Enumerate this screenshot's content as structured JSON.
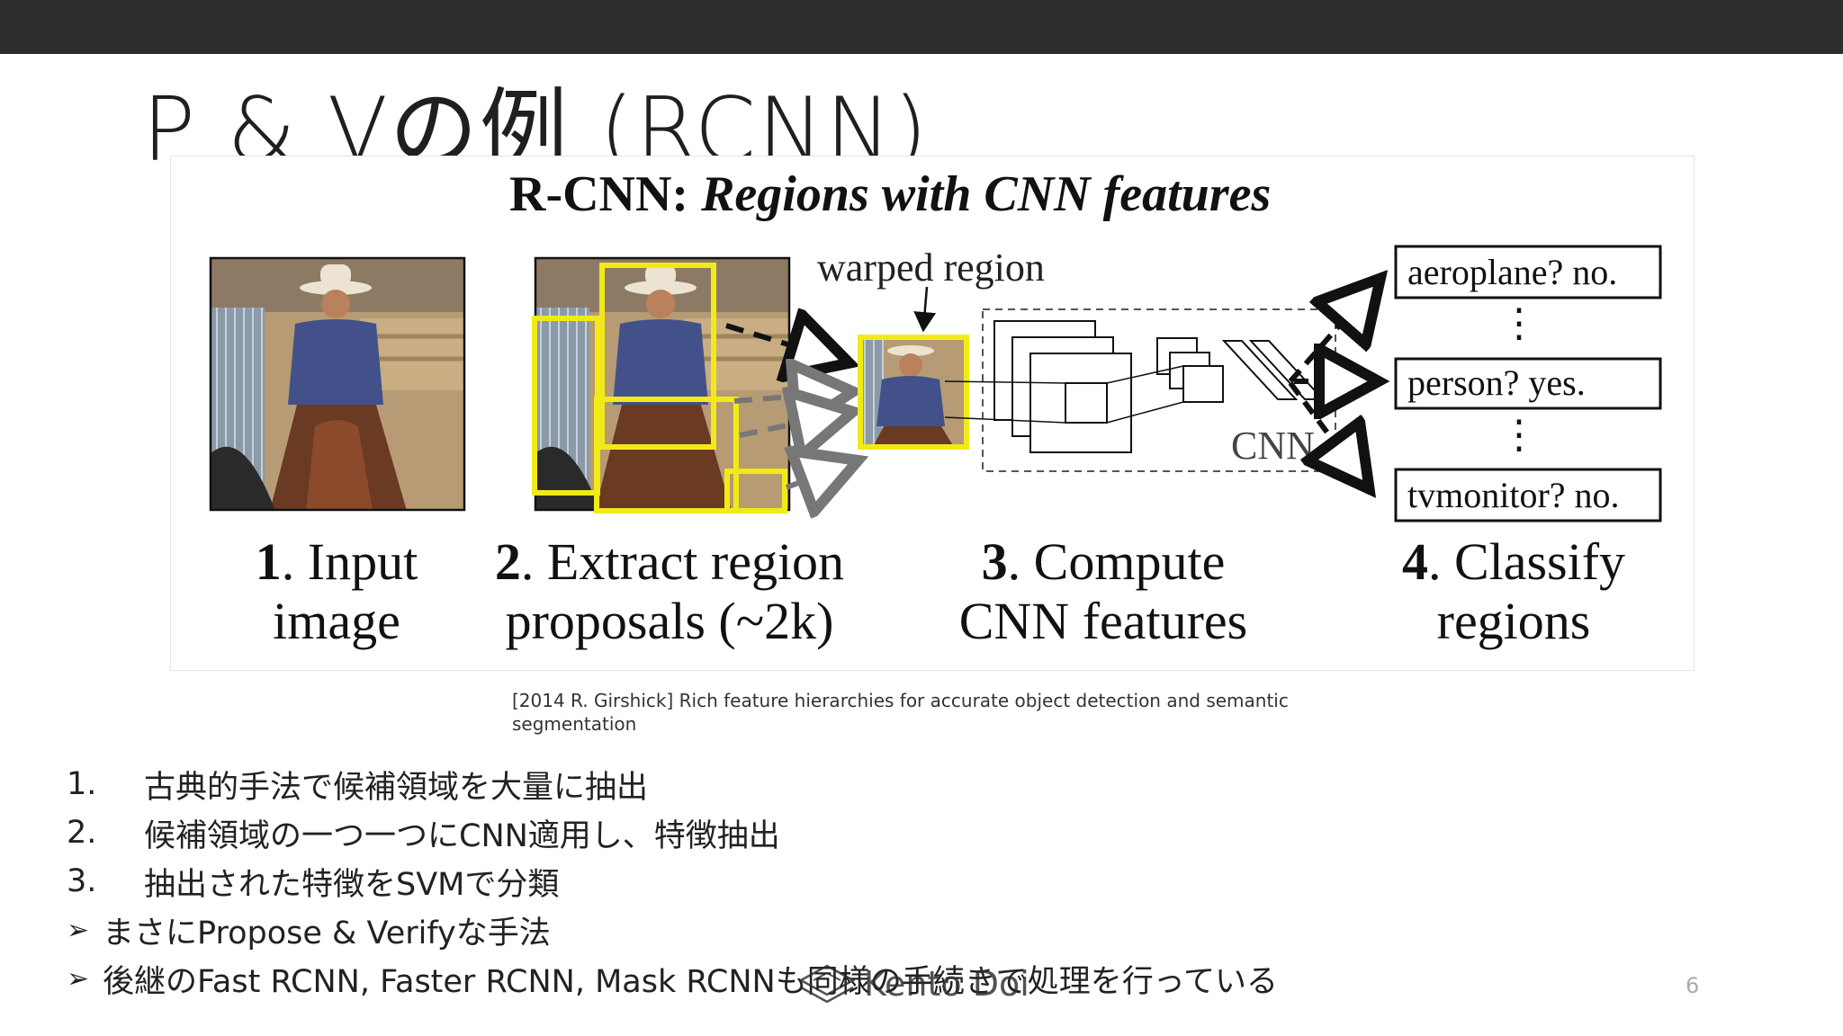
{
  "slide": {
    "title": "P & Vの例 (RCNN)",
    "page_number": "6"
  },
  "figure": {
    "title_bold": "R-CNN: ",
    "title_italic": "Regions with CNN features",
    "warped_label": "warped region",
    "cnn_label": "CNN",
    "classes": [
      "aeroplane? no.",
      "person? yes.",
      "tvmonitor? no."
    ],
    "ellipsis": "⋮",
    "steps": [
      {
        "num": "1",
        "line1": ". Input",
        "line2": "image"
      },
      {
        "num": "2",
        "line1": ". Extract region",
        "line2": "proposals (~2k)"
      },
      {
        "num": "3",
        "line1": ". Compute",
        "line2": "CNN features"
      },
      {
        "num": "4",
        "line1": ". Classify",
        "line2": "regions"
      }
    ]
  },
  "caption": "[2014 R. Girshick] Rich feature hierarchies for accurate object detection and semantic segmentation",
  "list": {
    "numbered": [
      {
        "num": "1.",
        "text": "古典的手法で候補領域を大量に抽出"
      },
      {
        "num": "2.",
        "text": "候補領域の一つ一つにCNN適用し、特徴抽出"
      },
      {
        "num": "3.",
        "text": "抽出された特徴をSVMで分類"
      }
    ],
    "arrow_mark": "➢",
    "arrowed": [
      {
        "text": "まさにPropose & Verifyな手法"
      },
      {
        "text": "後継のFast RCNN, Faster RCNN, Mask RCNNも同様の手続きで処理を行っている"
      }
    ]
  },
  "watermark": {
    "text": "Kento Doi",
    "icon": "kento-doi-logo-icon"
  },
  "colors": {
    "topbar": "#2e2e2e",
    "proposal_box": "#f2ea17"
  }
}
